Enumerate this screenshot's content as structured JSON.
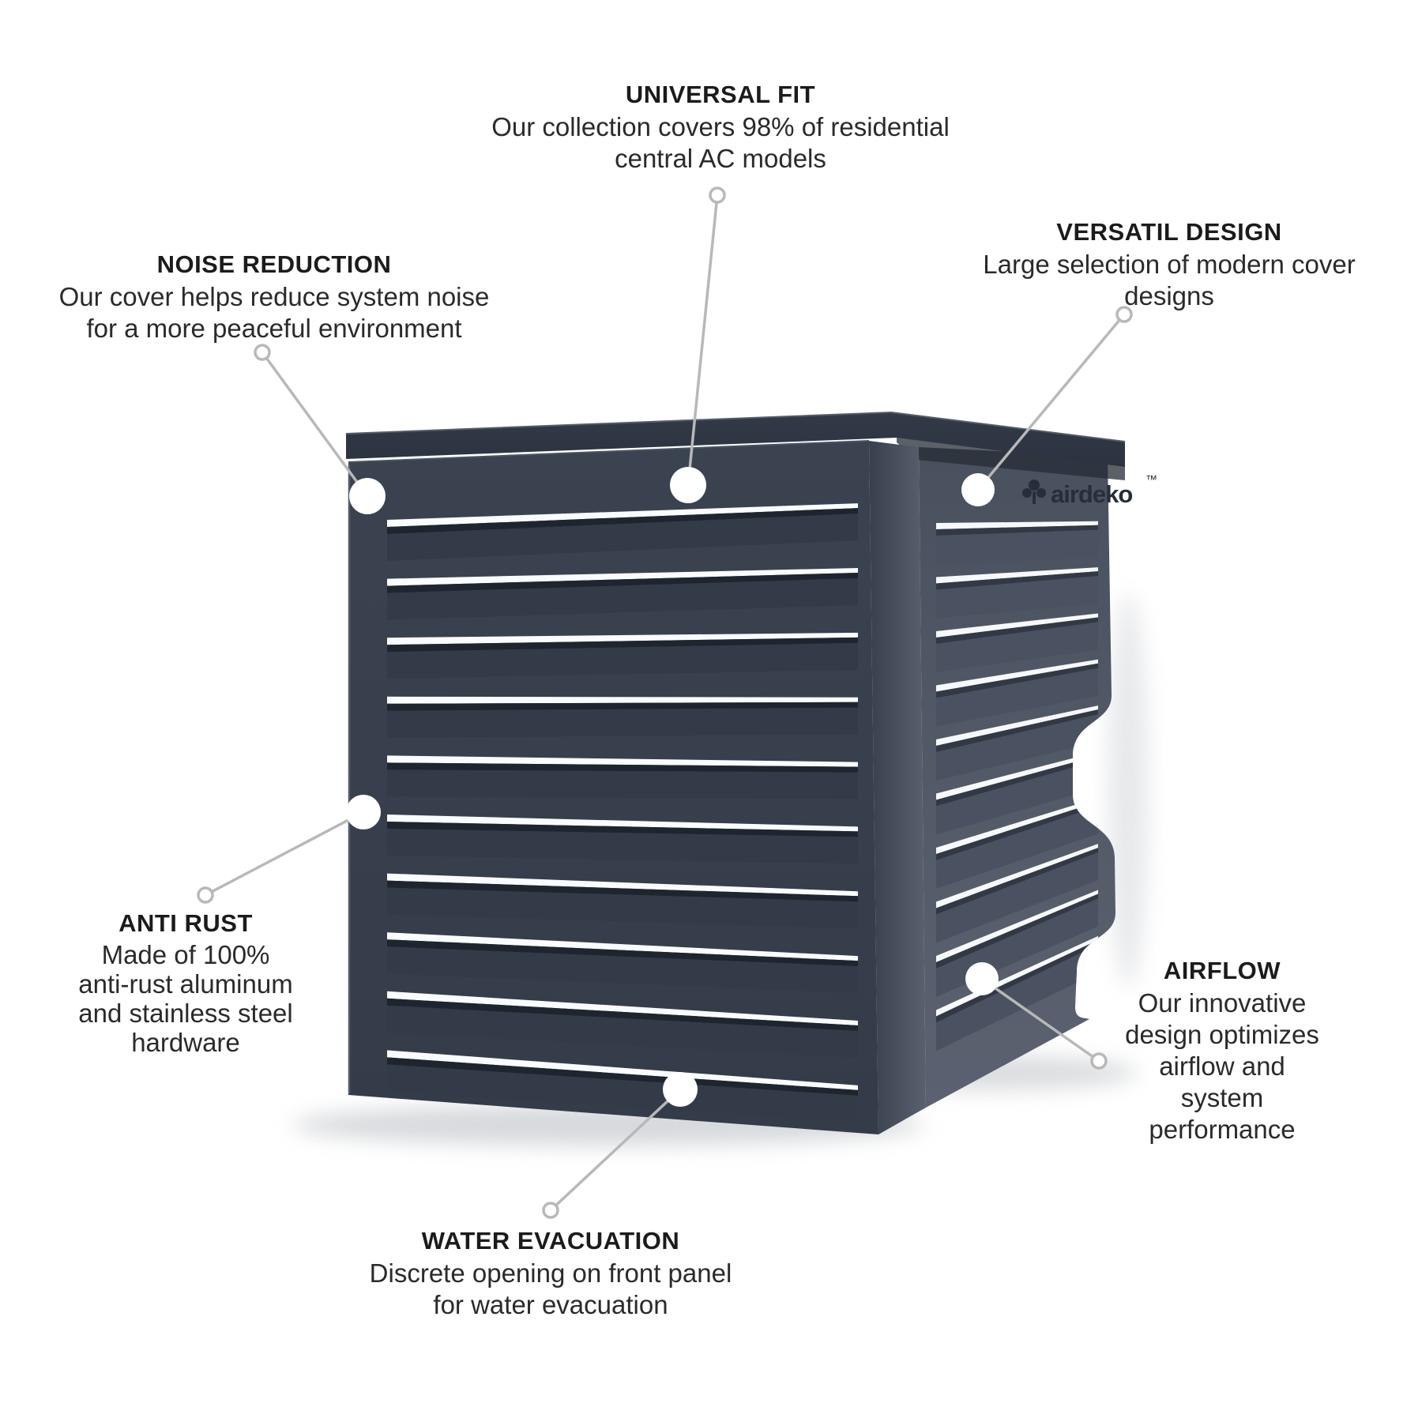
{
  "product": {
    "brand": "airdeko",
    "trademark": "™"
  },
  "callouts": {
    "universal_fit": {
      "title": "UNIVERSAL FIT",
      "lines": [
        "Our collection covers 98% of residential",
        "central AC models"
      ]
    },
    "versatil_design": {
      "title": "VERSATIL DESIGN",
      "lines": [
        "Large selection of modern cover",
        "designs"
      ]
    },
    "noise_reduction": {
      "title": "NOISE REDUCTION",
      "lines": [
        "Our cover helps reduce system noise",
        "for a more peaceful environment"
      ]
    },
    "anti_rust": {
      "title": "ANTI RUST",
      "lines": [
        "Made of 100%",
        "anti-rust aluminum",
        "and stainless steel",
        "hardware"
      ]
    },
    "airflow": {
      "title": "AIRFLOW",
      "lines": [
        "Our innovative",
        "design optimizes",
        "airflow and",
        "system",
        "performance"
      ]
    },
    "water_evacuation": {
      "title": "WATER EVACUATION",
      "lines": [
        "Discrete opening on front panel",
        "for water evacuation"
      ]
    }
  },
  "colors": {
    "background": "#ffffff",
    "title_text": "#1b1b1b",
    "body_text": "#2a2a2a",
    "leader_line": "#b8b8b8",
    "panel_front": "#3a4250",
    "panel_side": "#4e5562",
    "lid": "#2f3643",
    "logo_text": "#262d3b"
  }
}
